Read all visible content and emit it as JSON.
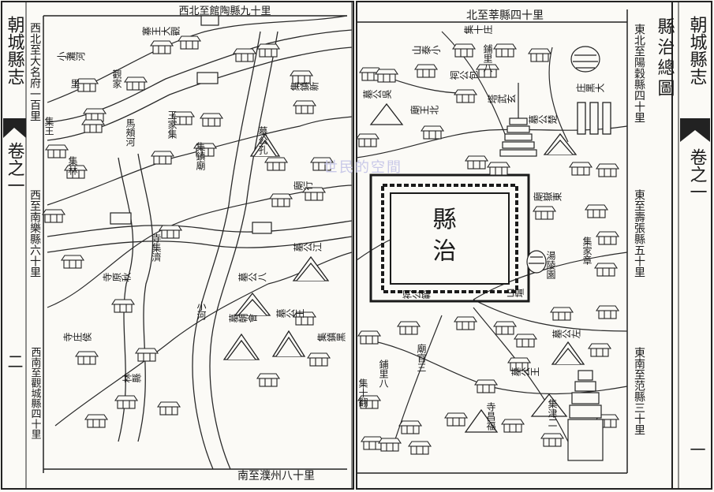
{
  "gazetteer": {
    "title": "朝城縣志",
    "volume": "卷之一",
    "page": "二",
    "left_page_number": "一"
  },
  "map_title": "縣治總圖",
  "borders": {
    "top_left": "西北至館陶縣九十里",
    "top_right": "北至莘縣四十里",
    "bottom": "南至濮州八十里",
    "left_upper": "西北至大名府一百里",
    "left_mid": "西至南樂縣六十里",
    "left_lower": "西南至觀城縣四十里",
    "right_upper": "東北至陽穀縣四十里",
    "right_mid": "東至壽張縣五十里",
    "right_lower": "東南至范縣三十里"
  },
  "center": {
    "label": "縣治"
  },
  "places": {
    "p1": "寨王大觀",
    "p2": "小灘河",
    "p3": "觀家",
    "p4": "里",
    "p5": "集王",
    "p6": "集林",
    "p7": "王家集",
    "p8": "馬頰河",
    "p9": "集鎮新",
    "p10": "墓公孔",
    "p11": "集鎮廟",
    "p12": "廟行",
    "p13": "寺集濟",
    "p14": "寺原秋",
    "p15": "寺庄侯",
    "p16": "林縣",
    "p17": "墓公江",
    "p18": "墓公八",
    "p19": "小河",
    "p20": "墓朝會",
    "p21": "墓公王",
    "p22": "集鎮黑",
    "p23": "集十庄",
    "p24": "山泰小",
    "p25": "鋪里八",
    "p26": "祠公包",
    "p27": "墓公吳",
    "p28": "廟王北",
    "p29": "塔武玄",
    "p30": "墓公楚",
    "p31": "庄黑大",
    "p32": "廟嶽東",
    "p33": "集家章",
    "p34": "湯陵園",
    "p35": "山壇",
    "p36": "祠公範",
    "p37": "墓公左",
    "p38": "鋪里八",
    "p39": "廟官三",
    "p40": "墓公王",
    "p41": "寺昌福",
    "p42": "集津二",
    "p43": "集十翻"
  },
  "watermark": "世民的空間"
}
